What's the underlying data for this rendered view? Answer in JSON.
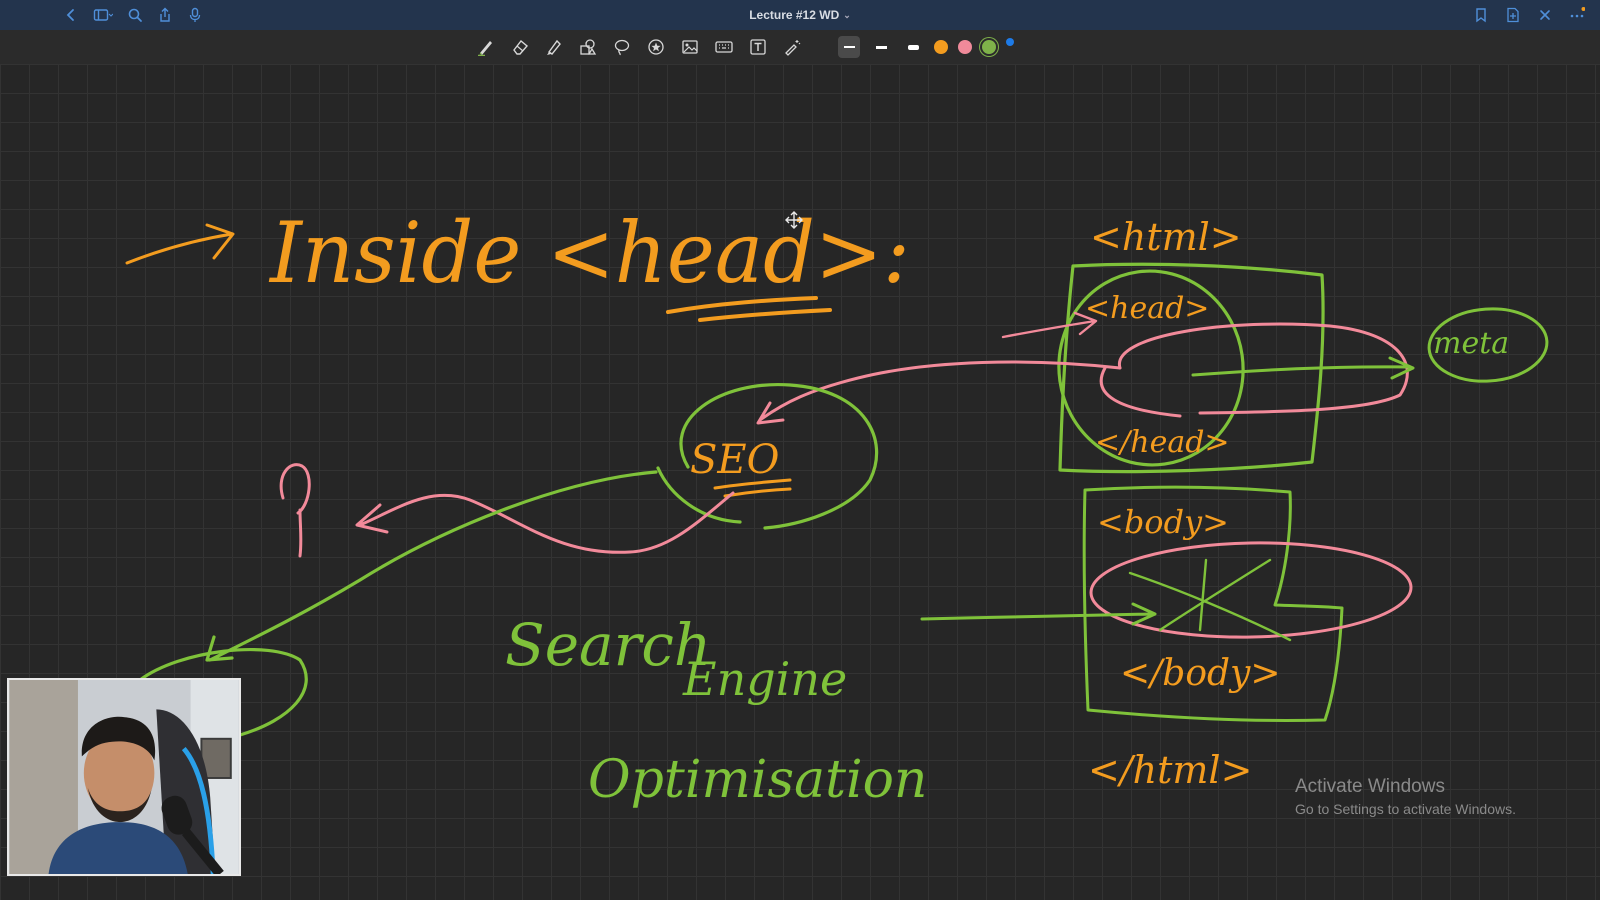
{
  "window": {
    "title": "Lecture #12 WD",
    "title_chevron": "⌄"
  },
  "titlebar_left_icons": [
    "back-icon",
    "sidebar-icon",
    "search-icon",
    "share-icon",
    "microphone-icon"
  ],
  "titlebar_right_icons": [
    "bookmark-icon",
    "add-page-icon",
    "close-icon",
    "more-icon"
  ],
  "toolbar": {
    "tools": [
      "pen-icon",
      "eraser-icon",
      "highlighter-icon",
      "shapes-icon",
      "lasso-icon",
      "sticker-icon",
      "image-icon",
      "keyboard-icon",
      "text-box-icon",
      "laser-pointer-icon"
    ],
    "stroke_widths": [
      "thin",
      "medium",
      "thick"
    ],
    "selected_stroke": "thin",
    "colors": [
      "#f39c1f",
      "#f08a9a",
      "#7fb24a",
      "#1e7be8"
    ],
    "selected_color": "#7fb24a"
  },
  "whiteboard": {
    "ink_colors": {
      "orange": "#f39c1f",
      "green": "#7fc23a",
      "pink": "#f28a9a"
    },
    "heading": "Inside <head>:",
    "html_open": "<html>",
    "head_open": "<head>",
    "head_close": "</head>",
    "meta": "meta",
    "body_open": "<body>",
    "body_close": "</body>",
    "html_close": "</html>",
    "seo": "SEO",
    "seo_line1": "Search",
    "seo_line2": "Engine",
    "seo_line3": "Optimisation",
    "question_mark": "?"
  },
  "watermark": {
    "line1": "Activate Windows",
    "line2": "Go to Settings to activate Windows."
  }
}
